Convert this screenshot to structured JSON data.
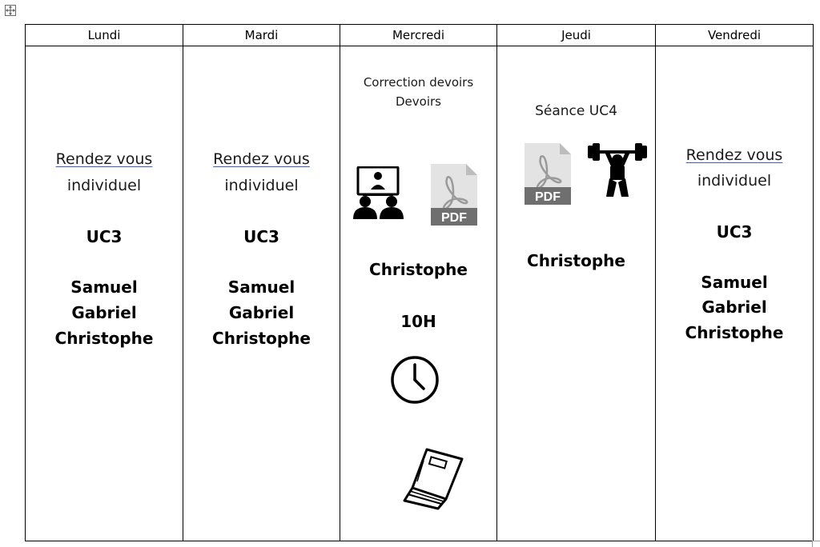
{
  "schedule": {
    "days": [
      "Lundi",
      "Mardi",
      "Mercredi",
      "Jeudi",
      "Vendredi"
    ],
    "monday": {
      "link": "Rendez vous",
      "subtitle": "individuel",
      "course": "UC3",
      "names": [
        "Samuel",
        "Gabriel",
        "Christophe"
      ]
    },
    "tuesday": {
      "link": "Rendez vous",
      "subtitle": "individuel",
      "course": "UC3",
      "names": [
        "Samuel",
        "Gabriel",
        "Christophe"
      ]
    },
    "wednesday": {
      "lines": [
        "Correction devoirs",
        "Devoirs"
      ],
      "pdf_label": "PDF",
      "teacher": "Christophe",
      "time": "10H"
    },
    "thursday": {
      "title": "Séance UC4",
      "pdf_label": "PDF",
      "teacher": "Christophe"
    },
    "friday": {
      "link": "Rendez vous",
      "subtitle": "individuel",
      "course": "UC3",
      "names": [
        "Samuel",
        "Gabriel",
        "Christophe"
      ]
    }
  },
  "icons": {
    "move_handle": "move-icon",
    "video_meeting": "video-conference-icon",
    "pdf": "pdf-file-icon",
    "clock": "clock-icon",
    "book": "book-icon",
    "weightlifting": "weightlifter-icon"
  },
  "colors": {
    "link_underline": "#3b5bd9",
    "pdf_band": "#6f6f6f",
    "pdf_page": "#e3e3e3",
    "pdf_glyph": "#9a9a9a"
  }
}
